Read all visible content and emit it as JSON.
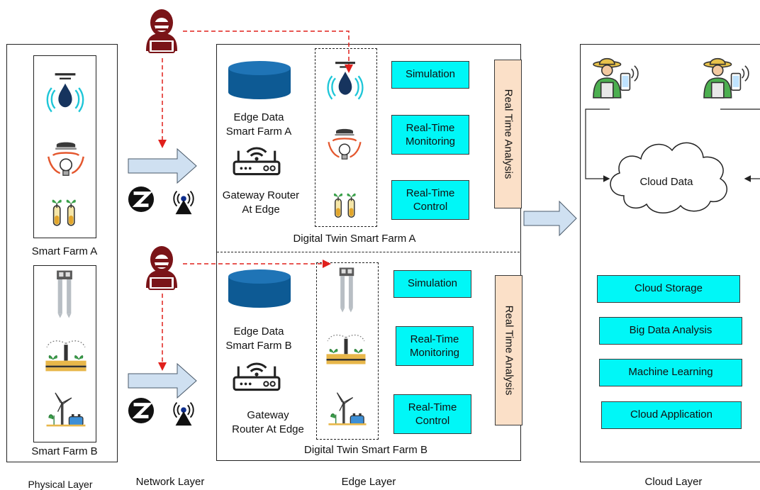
{
  "layers": {
    "physical": "Physical Layer",
    "network": "Network Layer",
    "edge": "Edge Layer",
    "cloud": "Cloud Layer"
  },
  "physical": {
    "farm_a": "Smart Farm A",
    "farm_b": "Smart Farm  B"
  },
  "edge": {
    "farm_a": {
      "data": "Edge Data\nSmart Farm A",
      "gateway": "Gateway Router\nAt Edge",
      "twin": "Digital Twin Smart Farm A",
      "simulation": "Simulation",
      "monitoring": "Real-Time\nMonitoring",
      "control": "Real-Time\nControl",
      "analysis": "Real Time Analysis"
    },
    "farm_b": {
      "data": "Edge Data\nSmart Farm B",
      "gateway": "Gateway\nRouter At Edge",
      "twin": "Digital Twin Smart Farm B",
      "simulation": "Simulation",
      "monitoring": "Real-Time\nMonitoring",
      "control": "Real-Time\nControl",
      "analysis": "Real Time Analysis"
    }
  },
  "cloud": {
    "data": "Cloud Data",
    "services": [
      "Cloud Storage",
      "Big Data Analysis",
      "Machine Learning",
      "Cloud Application"
    ]
  },
  "colors": {
    "service_box": "#00f7f7",
    "analysis_box": "#fbe0c8",
    "arrow_fill": "#cfe0f1",
    "attack_line": "#e0201c",
    "hacker": "#7a1418",
    "database": "#0d5a94"
  },
  "icons": [
    "hacker-icon",
    "water-sensor-icon",
    "light-sensor-icon",
    "plant-tube-icon",
    "soil-probe-icon",
    "irrigation-icon",
    "wind-turbine-icon",
    "database-icon",
    "router-icon",
    "zigbee-icon",
    "antenna-icon",
    "farmer-phone-icon",
    "cloud-icon"
  ]
}
